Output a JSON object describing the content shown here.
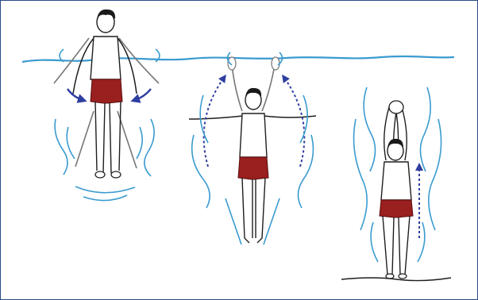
{
  "colors": {
    "border": "#2b4a8a",
    "water": "#3a9bd0",
    "arrow": "#2f3fa0",
    "skin_line": "#1e1e1e",
    "trunks": "#9a1f1f",
    "hair": "#1a1a1a"
  },
  "figures": [
    {
      "pose": "arms-sweeping-down-at-surface"
    },
    {
      "pose": "arms-sweeping-up-sinking"
    },
    {
      "pose": "arms-overhead-rising"
    }
  ],
  "icons": [
    "up-arrow-icon",
    "curved-arrow-icon"
  ]
}
